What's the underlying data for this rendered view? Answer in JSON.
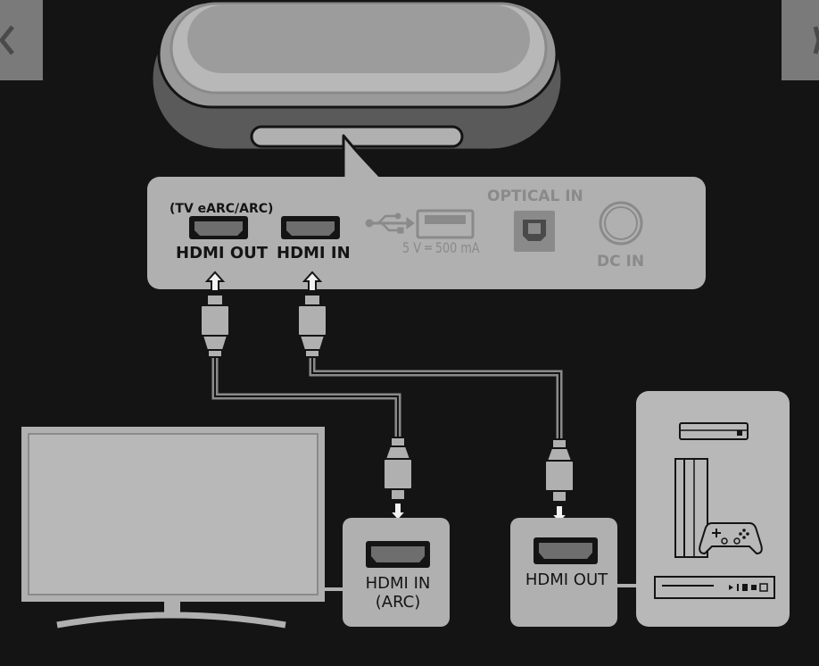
{
  "soundbar_panel": {
    "tv_earc_label": "(TV eARC/ARC)",
    "hdmi_out_label": "HDMI OUT",
    "hdmi_in_label": "HDMI IN",
    "usb_spec": "5 V ═ 500 mA",
    "optical_in_label": "OPTICAL IN",
    "dc_in_label": "DC IN"
  },
  "tv_box": {
    "line1": "HDMI IN",
    "line2": "(ARC)"
  },
  "device_box": {
    "label": "HDMI OUT"
  },
  "icons": [
    "usb-icon",
    "hdmi-port-icon",
    "optical-port-icon",
    "dc-jack-icon",
    "set-top-box-icon",
    "game-console-icon",
    "gamepad-icon",
    "blu-ray-player-icon",
    "tv-icon",
    "soundbar-icon"
  ]
}
